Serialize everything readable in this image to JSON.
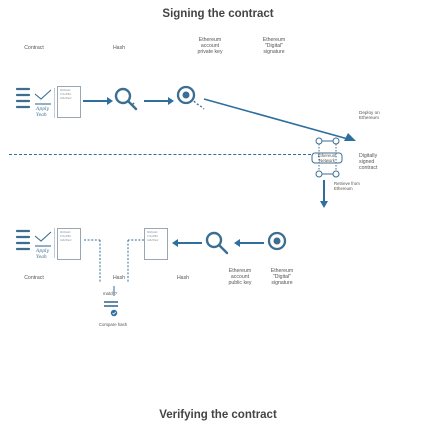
{
  "titles": {
    "top": "Signing the contract",
    "bottom": "Verifying the contract"
  },
  "signing_row_labels": {
    "contract": "Contract",
    "hash": "Hash",
    "private_key": "Ethereum\naccount\nprivate key",
    "signature": "Ethereum\n\"Digital\"\nsignature",
    "deploy": "Deploy on\nEthereum"
  },
  "verifying_row_labels": {
    "contract": "Contract",
    "hash1": "Hash",
    "hash2": "Hash",
    "public_key": "Ethereum\naccount\npublic key",
    "signature": "Ethereum\n\"Digital\"\nsignature"
  },
  "network": {
    "label": "Ethereum\nNetwork",
    "digitally_signed": "Digitally\nsigned\ncontract",
    "retrieve": "Retrieve from\nEthereum"
  },
  "compare": {
    "question": "match?",
    "label": "Compare hash"
  },
  "doc_mini": {
    "hash_lines": "9f2d4a3c\nb71e0f8d\n3a6c59e2",
    "contract_lines": "Apply\nYeah"
  },
  "signature_scribble": "Signature",
  "colors": {
    "arrow": "#2e6f9e",
    "icon_stroke": "#3c6e91",
    "divider": "#2e6f9e",
    "check": "#2e6f9e"
  }
}
